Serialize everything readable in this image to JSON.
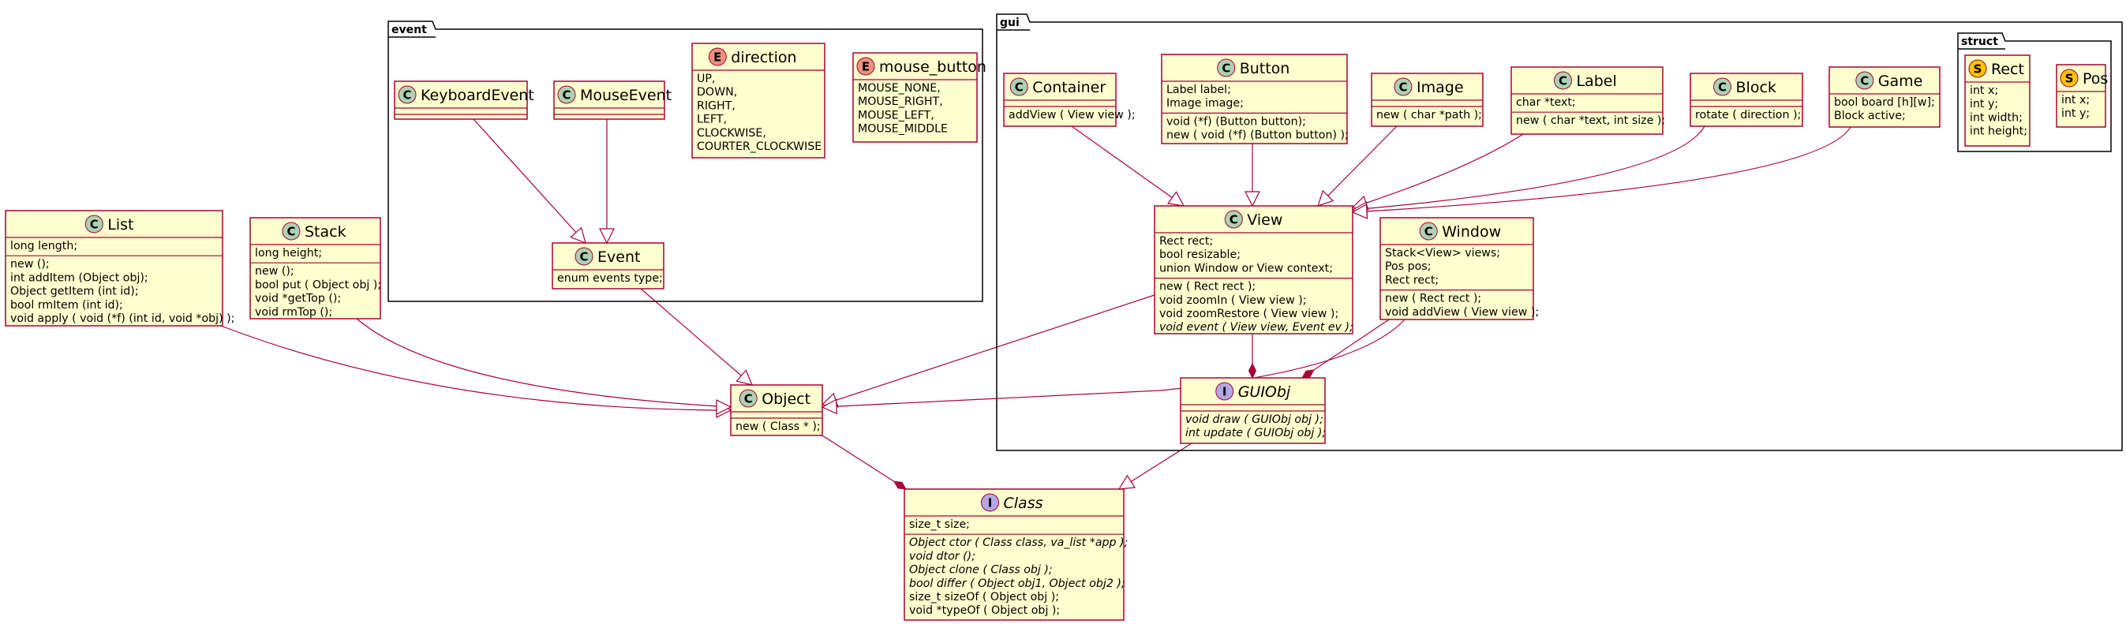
{
  "packages": {
    "event": "event",
    "gui": "gui",
    "struct": "struct"
  },
  "classes": {
    "list": {
      "name": "List",
      "fields": [
        "long length;"
      ],
      "methods": [
        "new ();",
        "int addItem (Object obj);",
        "Object getItem (int id);",
        "bool rmItem (int id);",
        "void apply ( void (*f) (int id, void *obj) );"
      ]
    },
    "stack": {
      "name": "Stack",
      "fields": [
        "long height;"
      ],
      "methods": [
        "new ();",
        "bool put ( Object obj );",
        "void *getTop ();",
        "void rmTop ();"
      ]
    },
    "keyboard_event": {
      "name": "KeyboardEvent"
    },
    "mouse_event": {
      "name": "MouseEvent"
    },
    "direction": {
      "name": "direction",
      "values": [
        "UP,",
        "DOWN,",
        "RIGHT,",
        "LEFT,",
        "CLOCKWISE,",
        "COURTER_CLOCKWISE"
      ]
    },
    "mouse_button": {
      "name": "mouse_button",
      "values": [
        "MOUSE_NONE,",
        "MOUSE_RIGHT,",
        "MOUSE_LEFT,",
        "MOUSE_MIDDLE"
      ]
    },
    "event": {
      "name": "Event",
      "fields": [
        "enum events type;"
      ]
    },
    "object": {
      "name": "Object",
      "methods": [
        "new ( Class * );"
      ]
    },
    "class": {
      "name": "Class",
      "fields": [
        "size_t size;"
      ],
      "methods": [
        "Object ctor ( Class class, va_list *app );",
        "void dtor ();",
        "Object clone ( Class obj );",
        "bool differ ( Object obj1, Object obj2 );",
        "size_t sizeOf ( Object obj );",
        "void *typeOf ( Object obj );"
      ]
    },
    "container": {
      "name": "Container",
      "methods": [
        "addView ( View view );"
      ]
    },
    "button": {
      "name": "Button",
      "fields": [
        "Label label;",
        "Image image;"
      ],
      "methods": [
        "void (*f) (Button button);",
        "new ( void (*f) (Button button) );"
      ]
    },
    "image": {
      "name": "Image",
      "methods": [
        "new ( char *path );"
      ]
    },
    "label": {
      "name": "Label",
      "fields": [
        "char *text;"
      ],
      "methods": [
        "new ( char *text, int size );"
      ]
    },
    "block": {
      "name": "Block",
      "methods": [
        "rotate ( direction );"
      ]
    },
    "game": {
      "name": "Game",
      "fields": [
        "bool board [h][w];",
        "Block active;"
      ]
    },
    "view": {
      "name": "View",
      "fields": [
        "Rect rect;",
        "bool resizable;",
        "union Window or View context;"
      ],
      "methods": [
        "new ( Rect rect );",
        "void zoomIn ( View view );",
        "void zoomRestore ( View view );",
        "void event ( View view, Event ev );"
      ]
    },
    "window": {
      "name": "Window",
      "fields": [
        "Stack<View> views;",
        "Pos pos;",
        "Rect rect;"
      ],
      "methods": [
        "new ( Rect rect );",
        "void addView ( View view );"
      ]
    },
    "guiobj": {
      "name": "GUIObj",
      "methods": [
        "void draw ( GUIObj obj );",
        "int update ( GUIObj obj );"
      ]
    },
    "rect": {
      "name": "Rect",
      "fields": [
        "int x;",
        "int y;",
        "int width;",
        "int height;"
      ]
    },
    "pos": {
      "name": "Pos",
      "fields": [
        "int x;",
        "int y;"
      ]
    }
  },
  "colors": {
    "class_fill": "#FEFECE",
    "border": "#A80036",
    "class_badge": "#ADD1B2",
    "enum_badge": "#EB937F",
    "interface_badge": "#B4A7E5",
    "struct_badge": "#FFC400"
  }
}
